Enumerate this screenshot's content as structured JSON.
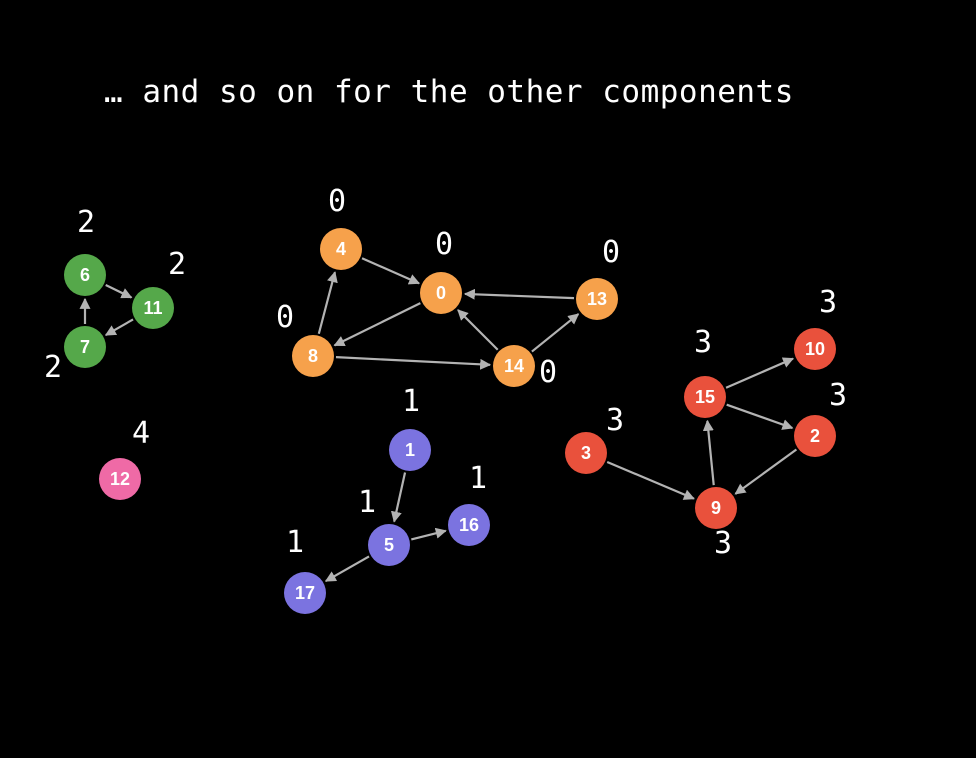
{
  "caption": "… and so on for the other components",
  "colors": {
    "green": "#55a84a",
    "orange": "#f6a14b",
    "purple": "#7b73e0",
    "red": "#e9513c",
    "pink": "#ef6aa6",
    "edge": "#b3b3b3",
    "background": "#000000"
  },
  "nodes": [
    {
      "id": "6",
      "label": "6",
      "color": "green",
      "component": "2"
    },
    {
      "id": "11",
      "label": "11",
      "color": "green",
      "component": "2"
    },
    {
      "id": "7",
      "label": "7",
      "color": "green",
      "component": "2"
    },
    {
      "id": "12",
      "label": "12",
      "color": "pink",
      "component": "4"
    },
    {
      "id": "4",
      "label": "4",
      "color": "orange",
      "component": "0"
    },
    {
      "id": "0",
      "label": "0",
      "color": "orange",
      "component": "0"
    },
    {
      "id": "13",
      "label": "13",
      "color": "orange",
      "component": "0"
    },
    {
      "id": "8",
      "label": "8",
      "color": "orange",
      "component": "0"
    },
    {
      "id": "14",
      "label": "14",
      "color": "orange",
      "component": "0"
    },
    {
      "id": "1",
      "label": "1",
      "color": "purple",
      "component": "1"
    },
    {
      "id": "5",
      "label": "5",
      "color": "purple",
      "component": "1"
    },
    {
      "id": "16",
      "label": "16",
      "color": "purple",
      "component": "1"
    },
    {
      "id": "17",
      "label": "17",
      "color": "purple",
      "component": "1"
    },
    {
      "id": "15",
      "label": "15",
      "color": "red",
      "component": "3"
    },
    {
      "id": "10",
      "label": "10",
      "color": "red",
      "component": "3"
    },
    {
      "id": "2",
      "label": "2",
      "color": "red",
      "component": "3"
    },
    {
      "id": "3",
      "label": "3",
      "color": "red",
      "component": "3"
    },
    {
      "id": "9",
      "label": "9",
      "color": "red",
      "component": "3"
    }
  ],
  "edges": [
    {
      "from": "6",
      "to": "11"
    },
    {
      "from": "11",
      "to": "7"
    },
    {
      "from": "7",
      "to": "6"
    },
    {
      "from": "8",
      "to": "4"
    },
    {
      "from": "4",
      "to": "0"
    },
    {
      "from": "0",
      "to": "8"
    },
    {
      "from": "8",
      "to": "14"
    },
    {
      "from": "14",
      "to": "0"
    },
    {
      "from": "14",
      "to": "13"
    },
    {
      "from": "13",
      "to": "0"
    },
    {
      "from": "1",
      "to": "5"
    },
    {
      "from": "5",
      "to": "16"
    },
    {
      "from": "5",
      "to": "17"
    },
    {
      "from": "15",
      "to": "10"
    },
    {
      "from": "15",
      "to": "2"
    },
    {
      "from": "2",
      "to": "9"
    },
    {
      "from": "3",
      "to": "9"
    },
    {
      "from": "9",
      "to": "15"
    }
  ]
}
